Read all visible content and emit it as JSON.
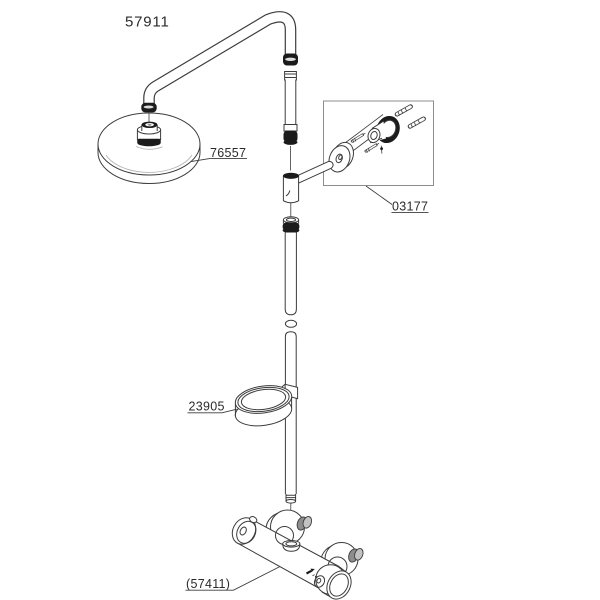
{
  "diagram": {
    "product_label": "57911",
    "part_labels": {
      "head_shower": "76557",
      "wall_bracket": "03177",
      "shelf": "23905",
      "thermostat": "(57411)"
    },
    "colors": {
      "line": "#3c3c3c",
      "dark": "#1b1b1b",
      "box": "#8c8c8c",
      "text": "#2b2b2b",
      "background": "#ffffff"
    }
  }
}
